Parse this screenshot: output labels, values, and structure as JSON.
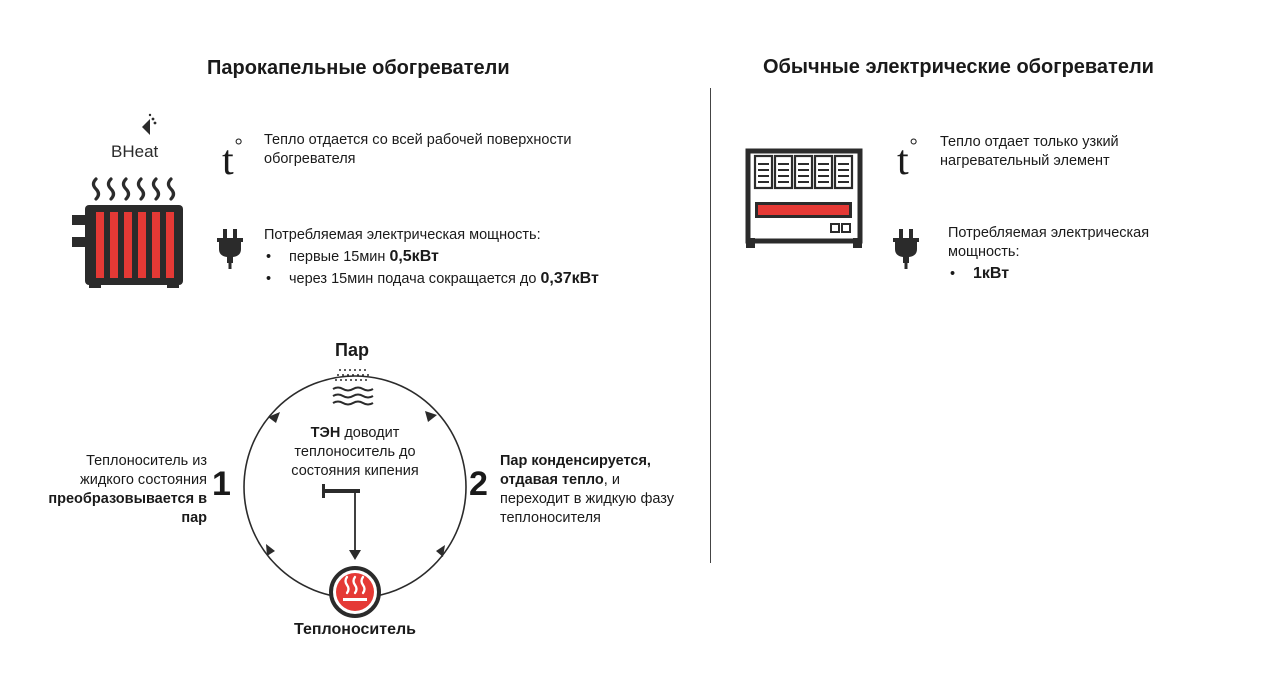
{
  "left": {
    "title": "Парокапельные обогреватели",
    "logo_text": "BHeat",
    "heat_text": "Тепло отдается со всей рабочей поверхности обогревателя",
    "power_intro": "Потребляемая электрическая мощность:",
    "bullets": [
      {
        "text": "первые 15мин ",
        "strong": "0,5кВт"
      },
      {
        "text": "через 15мин подача сокращается до ",
        "strong": "0,37кВт"
      }
    ]
  },
  "right": {
    "title": "Обычные электрические обогреватели",
    "heat_text": "Тепло отдает только узкий нагревательный элемент",
    "power_intro": "Потребляемая электрическая мощность:",
    "bullets": [
      {
        "text": "",
        "strong": "1кВт"
      }
    ]
  },
  "temp_symbol": "t",
  "cycle": {
    "top_label": "Пар",
    "bottom_label": "Теплоноситель",
    "center_bold": "ТЭН",
    "center_text": " доводит теплоноситель до состояния кипения",
    "step1_number": "1",
    "step1_plain": "Теплоноситель из жидкого состояния ",
    "step1_bold": "преобразовывается в пар",
    "step2_number": "2",
    "step2_bold": "Пар конденсируется, отдавая тепло",
    "step2_plain": ", и переходит в жидкую фазу теплоносителя"
  },
  "colors": {
    "accent_red": "#e53935",
    "dark": "#2b2b2b",
    "logo_red": "#d32f2f"
  }
}
